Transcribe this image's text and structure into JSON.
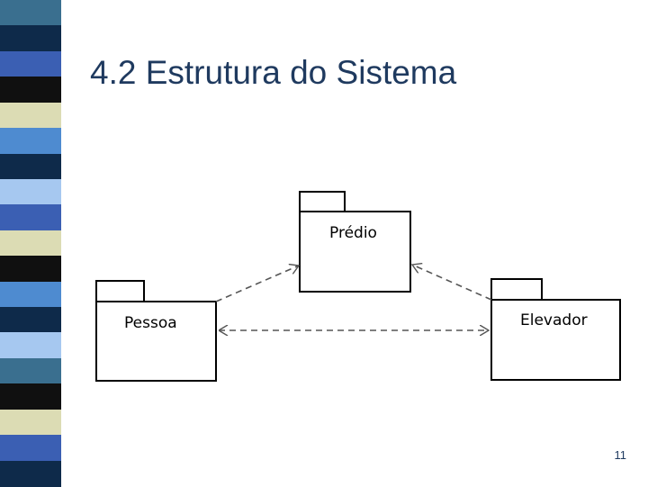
{
  "slide": {
    "title": "4.2 Estrutura do Sistema",
    "page_number": "11"
  },
  "stripe_colors": [
    "#3a6f8f",
    "#0e2a4a",
    "#3b5fb3",
    "#101010",
    "#dcdcb4",
    "#4e8bd0",
    "#0e2a4a",
    "#a6c8f0",
    "#3b5fb3",
    "#dcdcb4",
    "#101010",
    "#4e8bd0",
    "#0e2a4a",
    "#a6c8f0",
    "#3a6f8f",
    "#101010",
    "#dcdcb4",
    "#3b5fb3",
    "#0e2a4a"
  ],
  "packages": [
    {
      "id": "predio",
      "name": "Prédio"
    },
    {
      "id": "pessoa",
      "name": "Pessoa"
    },
    {
      "id": "elevador",
      "name": "Elevador"
    }
  ],
  "colors": {
    "title": "#1f3a5f",
    "line": "#000000",
    "dependency": "#555555"
  }
}
